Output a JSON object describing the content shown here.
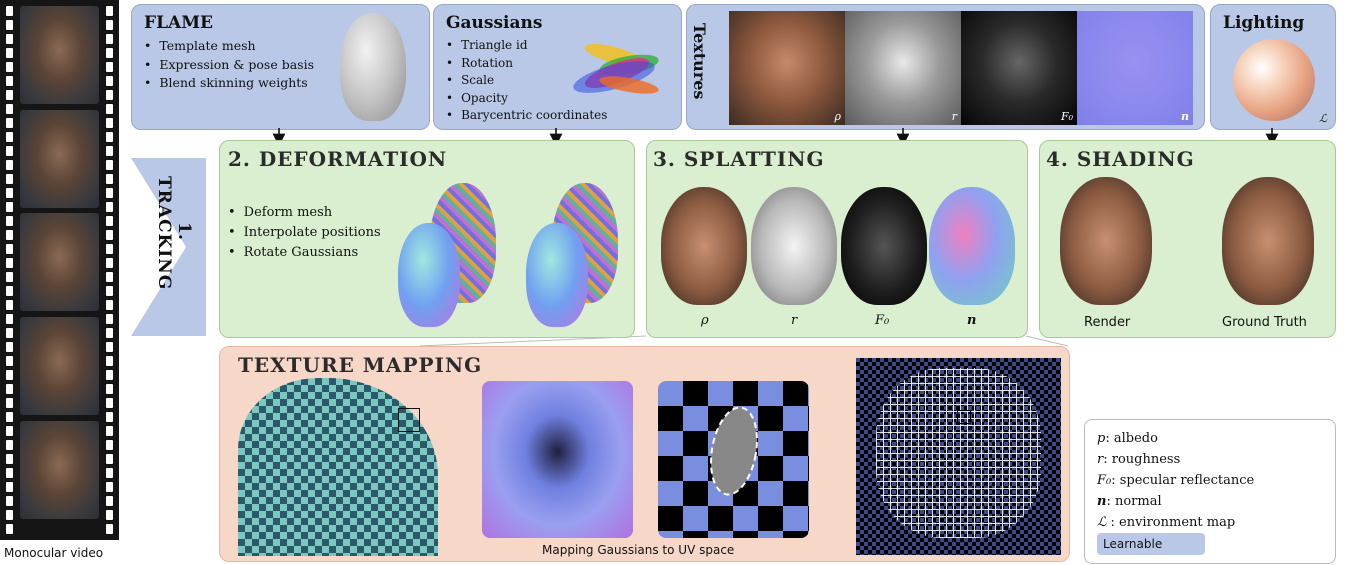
{
  "film": {
    "caption": "Monocular video"
  },
  "flame": {
    "title": "FLAME",
    "items": [
      "Template mesh",
      "Expression & pose basis",
      "Blend skinning weights"
    ]
  },
  "gaussians": {
    "title": "Gaussians",
    "items": [
      "Triangle id",
      "Rotation",
      "Scale",
      "Opacity",
      "Barycentric coordinates"
    ]
  },
  "textures": {
    "title": "Textures",
    "maps": [
      "ρ",
      "r",
      "F₀",
      "n"
    ]
  },
  "lighting": {
    "title": "Lighting",
    "symbol": "ℒ"
  },
  "tracking": {
    "number": "1.",
    "label": "TRACKING"
  },
  "deformation": {
    "title": "2. DEFORMATION",
    "items": [
      "Deform mesh",
      "Interpolate positions",
      "Rotate Gaussians"
    ]
  },
  "splatting": {
    "title": "3. SPLATTING",
    "labels": [
      "ρ",
      "r",
      "F₀",
      "n"
    ]
  },
  "shading": {
    "title": "4. SHADING",
    "render": "Render",
    "ground_truth": "Ground Truth"
  },
  "texture_mapping": {
    "title": "TEXTURE MAPPING",
    "caption": "Mapping Gaussians to UV space"
  },
  "legend": {
    "items": [
      {
        "symbol": "p",
        "text": ": albedo"
      },
      {
        "symbol": "r",
        "text": ": roughness"
      },
      {
        "symbol": "F₀",
        "text": ": specular reflectance"
      },
      {
        "symbol": "n",
        "text": ": normal"
      },
      {
        "symbol": "ℒ",
        "text": " : environment map"
      }
    ],
    "learnable": "Learnable"
  },
  "colors": {
    "blue": "#b8c8e6",
    "green": "#d9efcf",
    "peach": "#f7d8c8"
  }
}
